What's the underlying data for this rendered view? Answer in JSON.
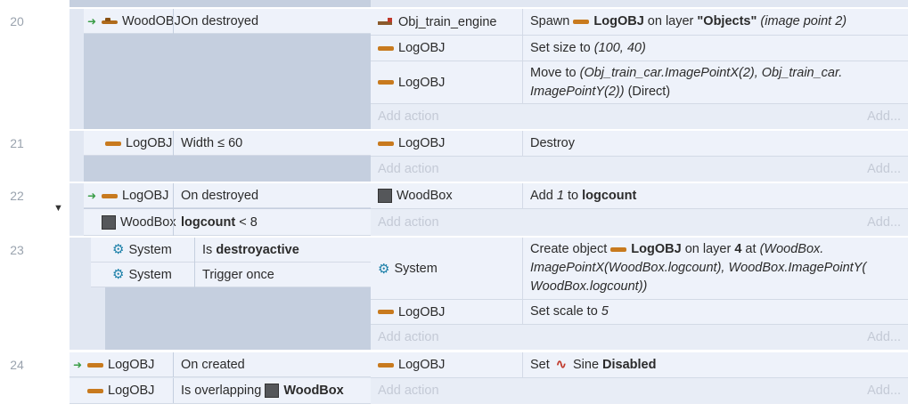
{
  "events": [
    {
      "number": "20",
      "conditions": [
        {
          "trigger": true,
          "object": "WoodOBJ",
          "icon": "woodobj-icon",
          "text": "On destroyed"
        }
      ],
      "actions": [
        {
          "object": "Obj_train_engine",
          "icon": "train-icon",
          "parts": [
            {
              "t": "Spawn "
            },
            {
              "icon": "log-icon"
            },
            {
              "t": "LogOBJ",
              "b": true
            },
            {
              "t": " on layer "
            },
            {
              "t": "\"Objects\"",
              "b": true
            },
            {
              "t": " "
            },
            {
              "t": "(image point 2)",
              "i": true
            }
          ]
        },
        {
          "object": "LogOBJ",
          "icon": "log-icon",
          "parts": [
            {
              "t": "Set size to "
            },
            {
              "t": "(100, 40)",
              "i": true
            }
          ]
        },
        {
          "object": "LogOBJ",
          "icon": "log-icon",
          "parts": [
            {
              "t": "Move to "
            },
            {
              "t": "(Obj_train_car.ImagePointX(2), Obj_train_car. ImagePointY(2))",
              "i": true
            },
            {
              "t": " (Direct)"
            }
          ]
        }
      ]
    },
    {
      "number": "21",
      "conditions": [
        {
          "trigger": false,
          "object": "LogOBJ",
          "icon": "log-icon",
          "text": "Width ≤ 60"
        }
      ],
      "actions": [
        {
          "object": "LogOBJ",
          "icon": "log-icon",
          "parts": [
            {
              "t": "Destroy"
            }
          ]
        }
      ]
    },
    {
      "number": "22",
      "conditions": [
        {
          "trigger": true,
          "object": "LogOBJ",
          "icon": "log-icon",
          "text": "On destroyed"
        },
        {
          "trigger": false,
          "object": "WoodBox",
          "icon": "woodbox-icon",
          "parts": [
            {
              "t": "logcount",
              "b": true
            },
            {
              "t": " < 8"
            }
          ]
        }
      ],
      "actions": [
        {
          "object": "WoodBox",
          "icon": "woodbox-icon",
          "parts": [
            {
              "t": "Add "
            },
            {
              "t": "1",
              "i": true
            },
            {
              "t": " to "
            },
            {
              "t": "logcount",
              "b": true
            }
          ]
        }
      ]
    },
    {
      "number": "23",
      "conditions": [
        {
          "trigger": false,
          "object": "System",
          "icon": "gear-icon",
          "parts": [
            {
              "t": "Is "
            },
            {
              "t": "destroyactive",
              "b": true
            }
          ]
        },
        {
          "trigger": false,
          "object": "System",
          "icon": "gear-icon",
          "text": "Trigger once"
        }
      ],
      "actions": [
        {
          "object": "System",
          "icon": "gear-icon",
          "parts": [
            {
              "t": "Create object "
            },
            {
              "icon": "log-icon"
            },
            {
              "t": "LogOBJ",
              "b": true
            },
            {
              "t": " on layer "
            },
            {
              "t": "4",
              "b": true
            },
            {
              "t": " at "
            },
            {
              "t": "(WoodBox. ImagePointX(WoodBox.logcount), WoodBox.ImagePointY( WoodBox.logcount))",
              "i": true
            }
          ]
        },
        {
          "object": "LogOBJ",
          "icon": "log-icon",
          "parts": [
            {
              "t": "Set scale to "
            },
            {
              "t": "5",
              "i": true
            }
          ]
        }
      ]
    },
    {
      "number": "24",
      "conditions": [
        {
          "trigger": true,
          "object": "LogOBJ",
          "icon": "log-icon",
          "text": "On created"
        },
        {
          "trigger": false,
          "object": "LogOBJ",
          "icon": "log-icon",
          "parts": [
            {
              "t": "Is overlapping "
            },
            {
              "icon": "woodbox-icon"
            },
            {
              "t": "WoodBox",
              "b": true
            }
          ]
        }
      ],
      "actions": [
        {
          "object": "LogOBJ",
          "icon": "log-icon",
          "parts": [
            {
              "t": "Set "
            },
            {
              "icon": "sine-icon"
            },
            {
              "t": " Sine "
            },
            {
              "t": "Disabled",
              "b": true
            }
          ]
        }
      ]
    }
  ],
  "labels": {
    "add_action": "Add action",
    "add_more": "Add..."
  },
  "colors": {
    "trigger_arrow": "#3a9d47",
    "sidebar": "#c5cfdf",
    "row": "#eef2fa",
    "log": "#c87a1e",
    "system_gear": "#1a7fa8"
  }
}
